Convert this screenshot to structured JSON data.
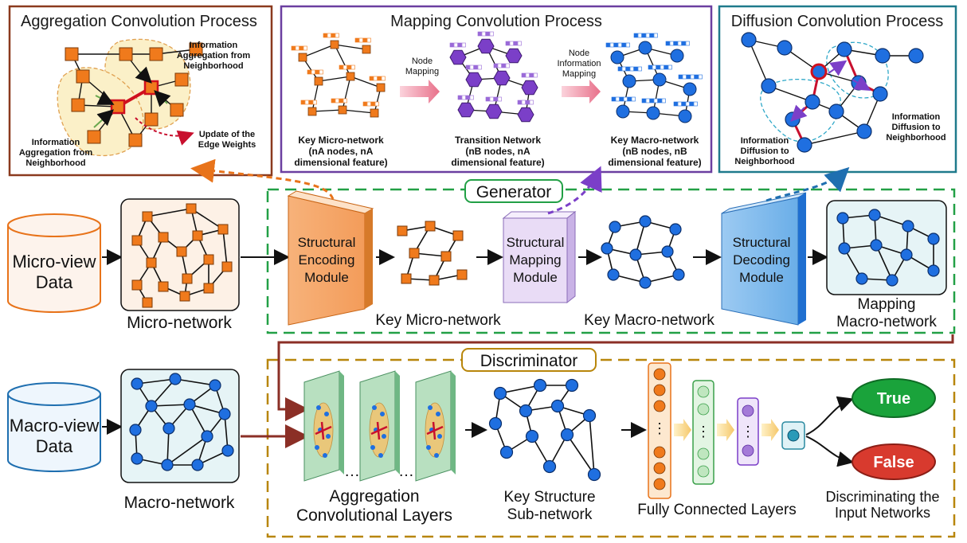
{
  "panels": {
    "aggregation": {
      "title": "Aggregation Convolution Process",
      "label_top": [
        "Information",
        "Aggregation from",
        "Neighborhood"
      ],
      "label_bottom": [
        "Information",
        "Aggregation from",
        "Neighborhood"
      ],
      "label_edge": [
        "Update of the",
        "Edge Weights"
      ]
    },
    "mapping": {
      "title": "Mapping Convolution Process",
      "node_mapping": [
        "Node",
        "Mapping"
      ],
      "node_info_mapping": [
        "Node",
        "Information",
        "Mapping"
      ],
      "key_micro": [
        "Key Micro-network",
        "(nA nodes, nA",
        "dimensional feature)"
      ],
      "transition": [
        "Transition Network",
        "(nB nodes, nA",
        "dimensional feature)"
      ],
      "key_macro": [
        "Key Macro-network",
        "(nB nodes, nB",
        "dimensional feature)"
      ]
    },
    "diffusion": {
      "title": "Diffusion Convolution Process",
      "label_right": [
        "Information",
        "Diffusion to",
        "Neighborhood"
      ],
      "label_left": [
        "Information",
        "Diffusion to",
        "Neighborhood"
      ]
    }
  },
  "generator": {
    "title": "Generator",
    "encoding": [
      "Structural",
      "Encoding",
      "Module"
    ],
    "mapping": [
      "Structural",
      "Mapping",
      "Module"
    ],
    "decoding": [
      "Structural",
      "Decoding",
      "Module"
    ],
    "key_micro_label": "Key Micro-network",
    "key_macro_label": "Key Macro-network",
    "mapping_macro_label": [
      "Mapping",
      "Macro-network"
    ]
  },
  "inputs": {
    "micro_data": [
      "Micro-view",
      "Data"
    ],
    "macro_data": [
      "Macro-view",
      "Data"
    ],
    "micro_network": "Micro-network",
    "macro_network": "Macro-network"
  },
  "discriminator": {
    "title": "Discriminator",
    "aggregation_layers": [
      "Aggregation",
      "Convolutional Layers"
    ],
    "key_structure": [
      "Key Structure",
      "Sub-network"
    ],
    "fc_layers": "Fully Connected Layers",
    "true_label": "True",
    "false_label": "False",
    "discriminating": [
      "Discriminating the",
      "Input Networks"
    ]
  },
  "colors": {
    "orange_node": "#f07a1c",
    "blue_node": "#1f6fe0",
    "purple_node": "#7b3fc8",
    "generator_border": "#22a046",
    "discriminator_border": "#b8860b",
    "true_fill": "#1aa33b",
    "false_fill": "#d83a2e"
  }
}
